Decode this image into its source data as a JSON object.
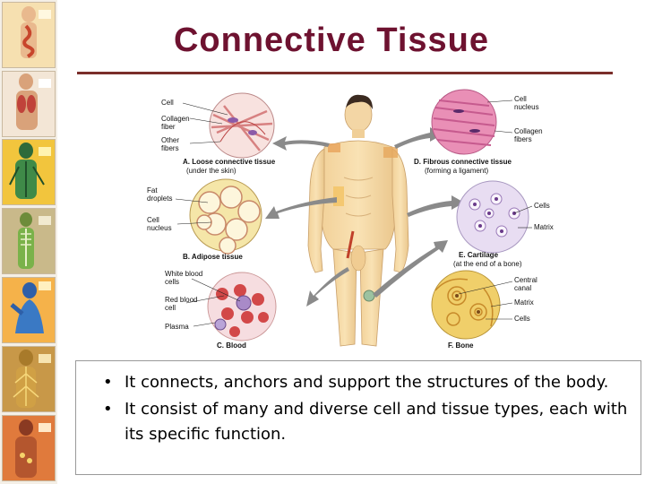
{
  "slide": {
    "title": "Connective Tissue",
    "bullets": [
      "It connects, anchors and support the structures of the body.",
      "It consist of many and diverse cell and tissue types, each with its specific function."
    ],
    "bullet_symbol": "•"
  },
  "sidebar": {
    "tiles": [
      {
        "icon": "digestive-system-icon",
        "color": "#c8462c"
      },
      {
        "icon": "respiratory-system-icon",
        "color": "#6a9fd1"
      },
      {
        "icon": "circulatory-system-icon",
        "color": "#e2b431"
      },
      {
        "icon": "skeletal-system-icon",
        "color": "#7ab24a"
      },
      {
        "icon": "muscular-system-icon",
        "color": "#3a79c4"
      },
      {
        "icon": "nervous-system-icon",
        "color": "#e0a13a"
      },
      {
        "icon": "endocrine-system-icon",
        "color": "#d4573a"
      }
    ]
  },
  "figure": {
    "left": {
      "loose": {
        "labels": [
          "Cell",
          "Collagen fiber",
          "Other fibers"
        ],
        "caption": "A. Loose connective tissue",
        "sub": "(under the skin)"
      },
      "adipose": {
        "labels": [
          "Fat droplets",
          "Cell nucleus"
        ],
        "caption": "B. Adipose tissue"
      },
      "blood": {
        "labels": [
          "White blood cells",
          "Red blood cell",
          "Plasma"
        ],
        "caption": "C. Blood"
      }
    },
    "right": {
      "fibrous": {
        "labels": [
          "Cell nucleus",
          "Collagen fibers"
        ],
        "caption": "D. Fibrous connective tissue",
        "sub": "(forming a ligament)"
      },
      "cartilage": {
        "labels": [
          "Cells",
          "Matrix"
        ],
        "caption": "E. Cartilage",
        "sub": "(at the end of a bone)"
      },
      "bone": {
        "labels": [
          "Central canal",
          "Matrix",
          "Cells"
        ],
        "caption": "F. Bone"
      }
    }
  }
}
